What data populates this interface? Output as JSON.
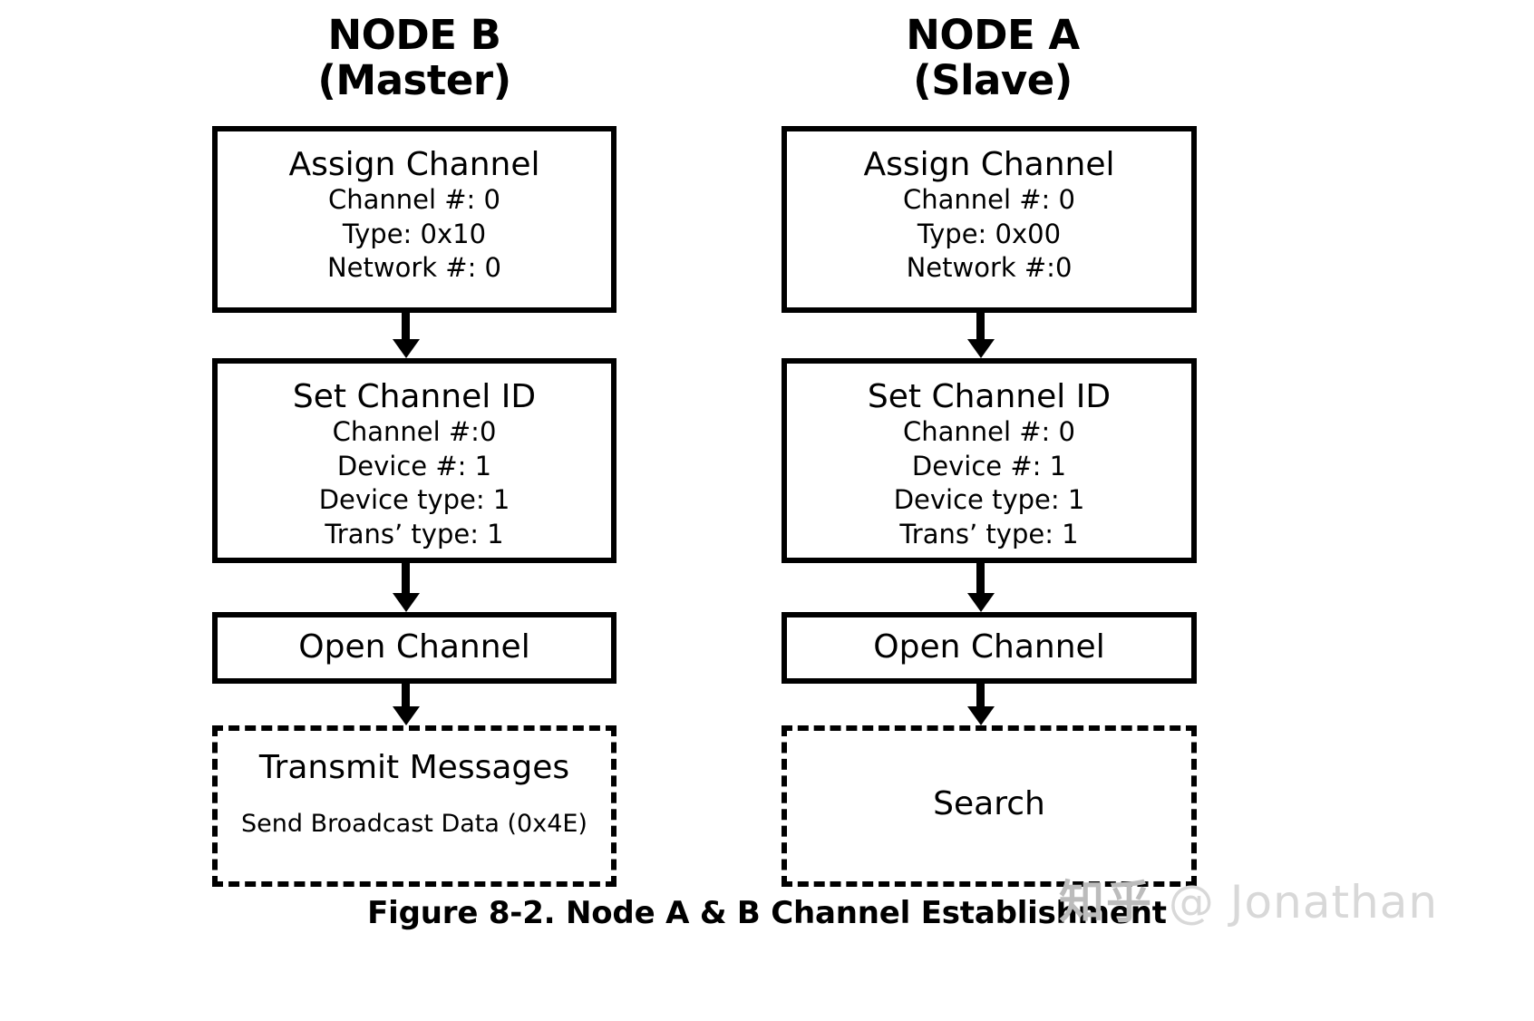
{
  "figure": {
    "caption": "Figure 8-2. Node A & B Channel Establishment"
  },
  "columns": [
    {
      "id": "node-b",
      "title": "NODE B\n(Master)",
      "steps": [
        {
          "id": "assign-channel",
          "style": "solid",
          "title": "Assign Channel",
          "lines": [
            "Channel #: 0",
            "Type: 0x10",
            "Network #: 0"
          ]
        },
        {
          "id": "set-channel-id",
          "style": "solid",
          "title": "Set Channel ID",
          "lines": [
            "Channel #:0",
            "Device #: 1",
            "Device type: 1",
            "Trans’ type: 1"
          ]
        },
        {
          "id": "open-channel",
          "style": "solid",
          "title": "Open Channel",
          "lines": []
        },
        {
          "id": "transmit-messages",
          "style": "dashed",
          "title": "Transmit Messages",
          "lines": [
            "Send Broadcast Data (0x4E)"
          ]
        }
      ]
    },
    {
      "id": "node-a",
      "title": "NODE A\n(Slave)",
      "steps": [
        {
          "id": "assign-channel",
          "style": "solid",
          "title": "Assign Channel",
          "lines": [
            "Channel #: 0",
            "Type: 0x00",
            "Network #:0"
          ]
        },
        {
          "id": "set-channel-id",
          "style": "solid",
          "title": "Set Channel ID",
          "lines": [
            "Channel #: 0",
            "Device #: 1",
            "Device type: 1",
            "Trans’ type: 1"
          ]
        },
        {
          "id": "open-channel",
          "style": "solid",
          "title": "Open Channel",
          "lines": []
        },
        {
          "id": "search",
          "style": "dashed",
          "title": "Search",
          "lines": []
        }
      ]
    }
  ],
  "watermark": {
    "logo": "知乎",
    "handle": "@ Jonathan"
  },
  "colors": {
    "stroke": "#000000",
    "background": "#ffffff",
    "watermark": "#d8d8d8"
  }
}
